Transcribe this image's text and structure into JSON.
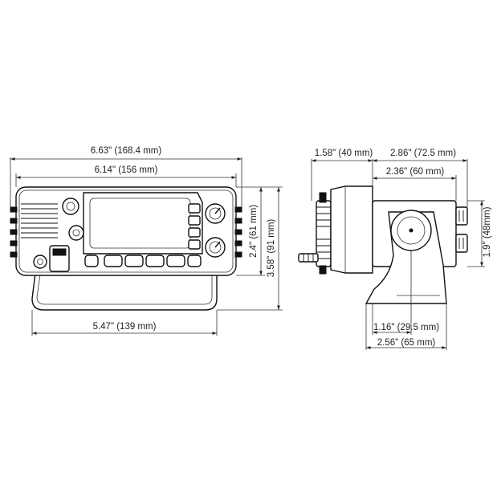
{
  "front_view": {
    "dims": {
      "overall_width": "6.63\" (168.4 mm)",
      "body_width": "6.14\" (156 mm)",
      "bracket_width": "5.47\" (139 mm)",
      "body_height": "2.4\" (61 mm)",
      "overall_height": "3.58\" (91 mm)"
    }
  },
  "side_view": {
    "dims": {
      "knob_depth": "1.58\" (40 mm)",
      "body_depth": "2.86\" (72.5 mm)",
      "mount_depth": "2.36\" (60 mm)",
      "body_height": "1.9\" (48mm)",
      "bracket_offset": "1.16\" (29.5 mm)",
      "bracket_depth": "2.56\" (65 mm)"
    }
  },
  "colors": {
    "line": "#111111",
    "fill": "#ffffff"
  }
}
